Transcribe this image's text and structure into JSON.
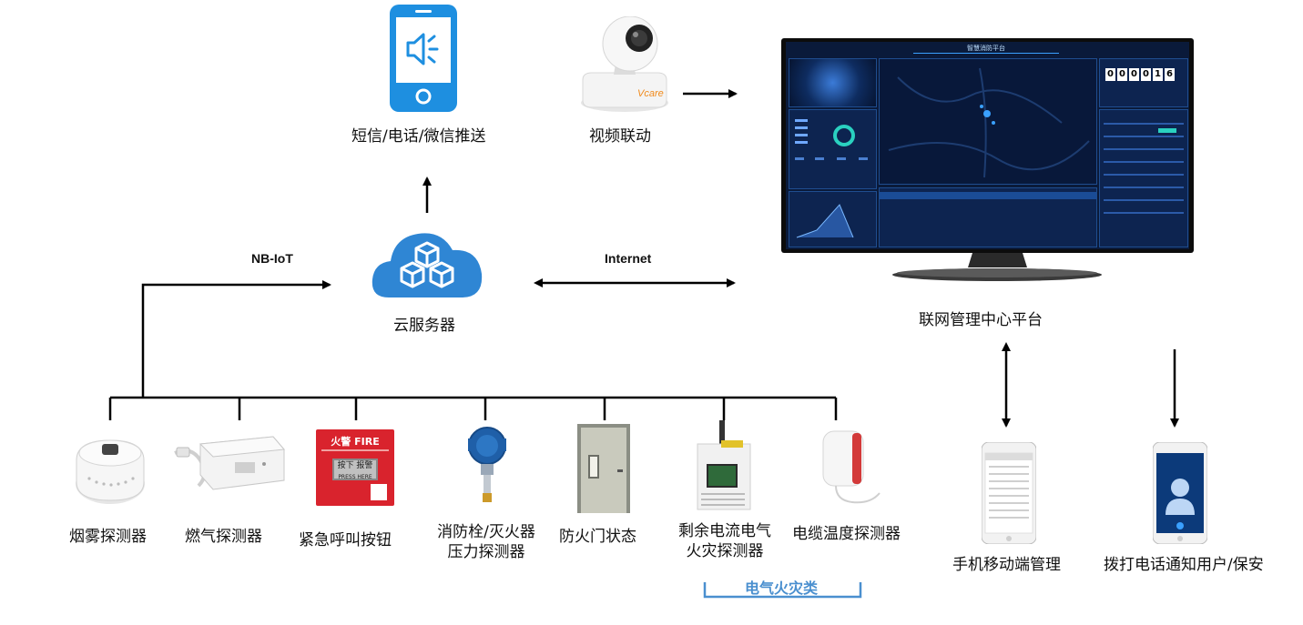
{
  "top": {
    "sms_label": "短信/电话/微信推送",
    "video_label": "视频联动",
    "camera_brand": "Vcare"
  },
  "middle": {
    "nbiot_label": "NB-IoT",
    "internet_label": "Internet",
    "cloud_label": "云服务器",
    "platform_label": "联网管理中心平台"
  },
  "screen": {
    "title": "智慧消防平台",
    "counter_digits": [
      "0",
      "0",
      "0",
      "0",
      "1",
      "6"
    ]
  },
  "devices": [
    {
      "label": "烟雾探测器"
    },
    {
      "label": "燃气探测器"
    },
    {
      "label": "紧急呼叫按钮"
    },
    {
      "label_line1": "消防栓/灭火器",
      "label_line2": "压力探测器"
    },
    {
      "label": "防火门状态"
    },
    {
      "label_line1": "剩余电流电气",
      "label_line2": "火灾探测器"
    },
    {
      "label": "电缆温度探测器"
    }
  ],
  "fire_button": {
    "top_text": "火警 FIRE",
    "btn_text": "按下 报警",
    "sub_text": "PRESS   HERE"
  },
  "electrical_group_label": "电气火灾类",
  "mobile": {
    "manage_label": "手机移动端管理",
    "call_label": "拨打电话通知用户/保安"
  },
  "colors": {
    "accent_blue": "#1e8fe0",
    "cloud_blue": "#2f86d4",
    "group_blue": "#4a8fcf",
    "screen_dark": "#0a1a3a"
  }
}
